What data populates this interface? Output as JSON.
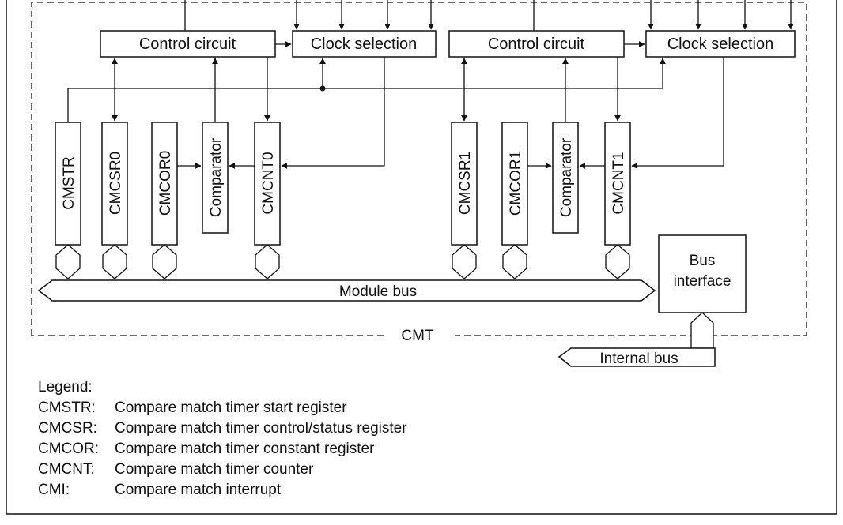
{
  "blocks": {
    "control_circuit_0": "Control circuit",
    "clock_selection_0": "Clock selection",
    "control_circuit_1": "Control circuit",
    "clock_selection_1": "Clock selection",
    "cmstr": "CMSTR",
    "cmcsr0": "CMCSR0",
    "cmcor0": "CMCOR0",
    "comparator0": "Comparator",
    "cmcnt0": "CMCNT0",
    "cmcsr1": "CMCSR1",
    "cmcor1": "CMCOR1",
    "comparator1": "Comparator",
    "cmcnt1": "CMCNT1",
    "bus_interface_line1": "Bus",
    "bus_interface_line2": "interface",
    "module_bus": "Module bus",
    "cmt": "CMT",
    "internal_bus": "Internal bus"
  },
  "legend": {
    "title": "Legend:",
    "entries": [
      {
        "key": "CMSTR:",
        "desc": "Compare match timer start register"
      },
      {
        "key": "CMCSR:",
        "desc": "Compare match timer control/status register"
      },
      {
        "key": "CMCOR:",
        "desc": "Compare match timer constant register"
      },
      {
        "key": "CMCNT:",
        "desc": "Compare match timer counter"
      },
      {
        "key": "CMI:",
        "desc": "Compare match interrupt"
      }
    ]
  }
}
